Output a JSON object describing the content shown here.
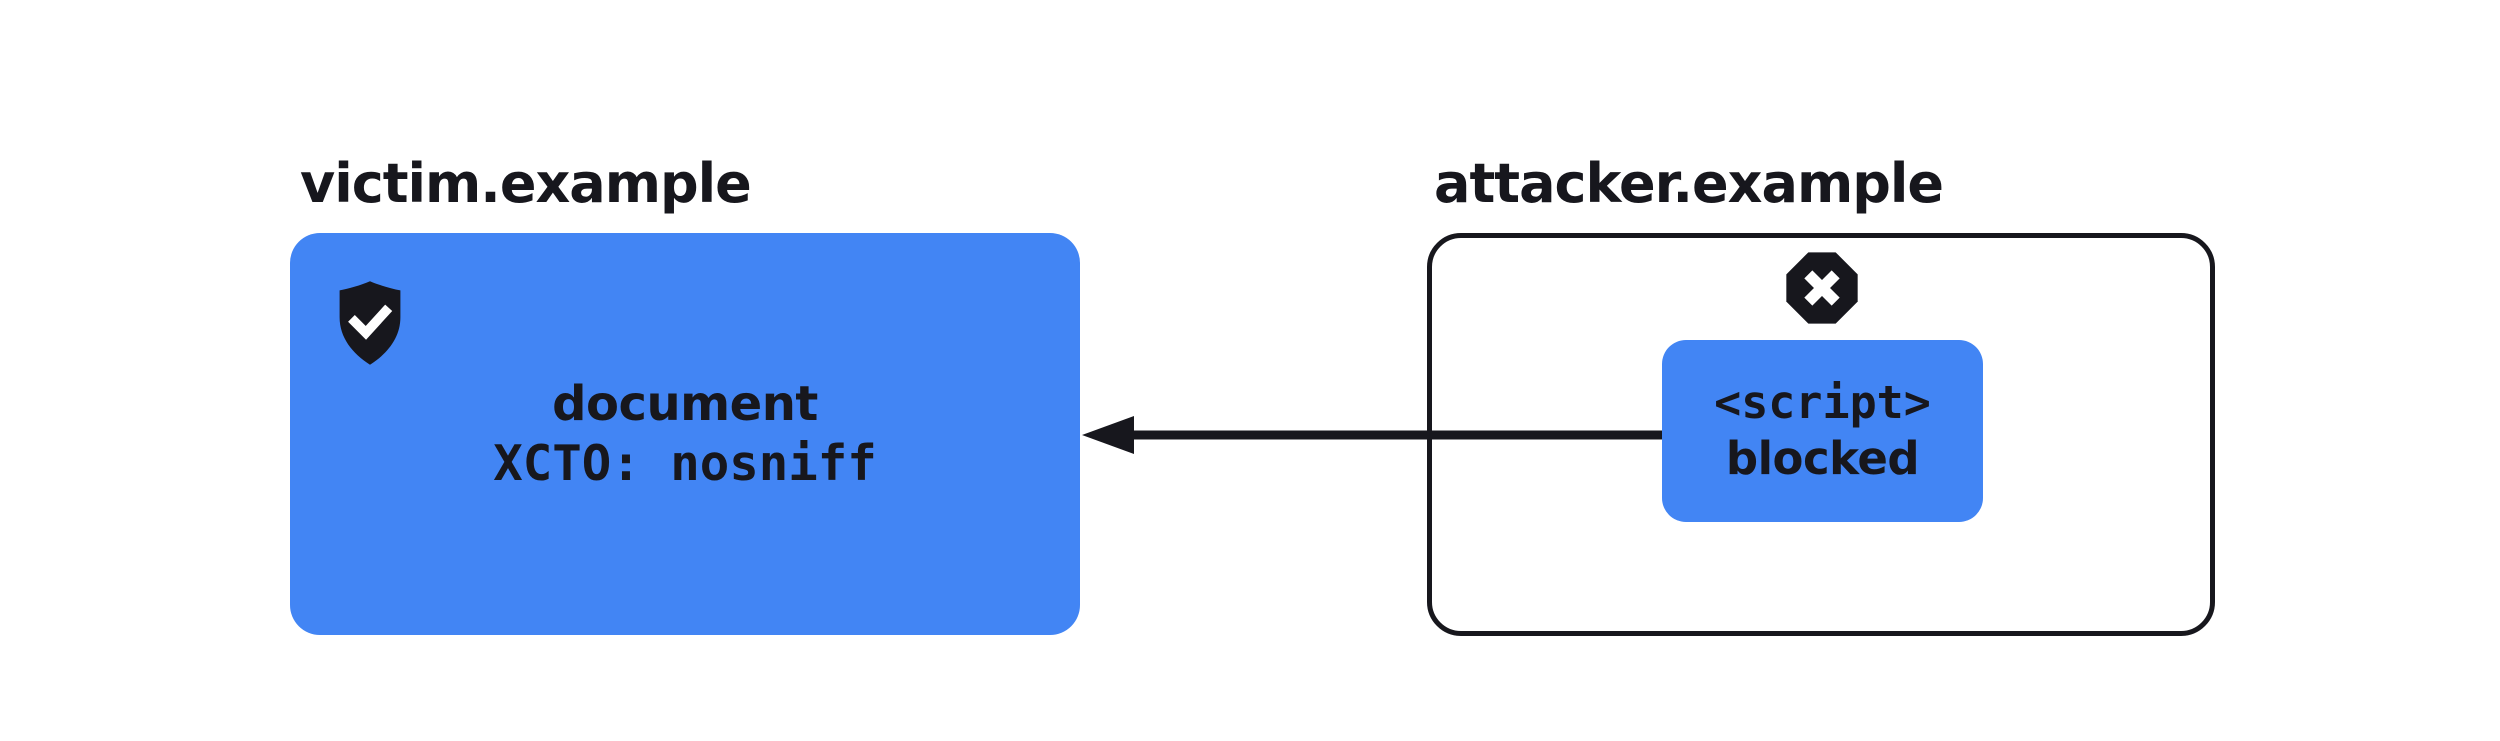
{
  "victim": {
    "label": "victim.example",
    "document_box": {
      "line1": "document",
      "line2": "XCTO: nosniff"
    }
  },
  "attacker": {
    "label": "attacker.example",
    "script_box": {
      "line1": "<script>",
      "line2": "blocked"
    }
  },
  "icons": {
    "shield_check": "shield-check",
    "octagon_x": "octagon-x",
    "arrow": "arrow-left"
  },
  "colors": {
    "accent_blue": "#4285F4",
    "ink": "#17171D",
    "background": "#FFFFFF"
  }
}
